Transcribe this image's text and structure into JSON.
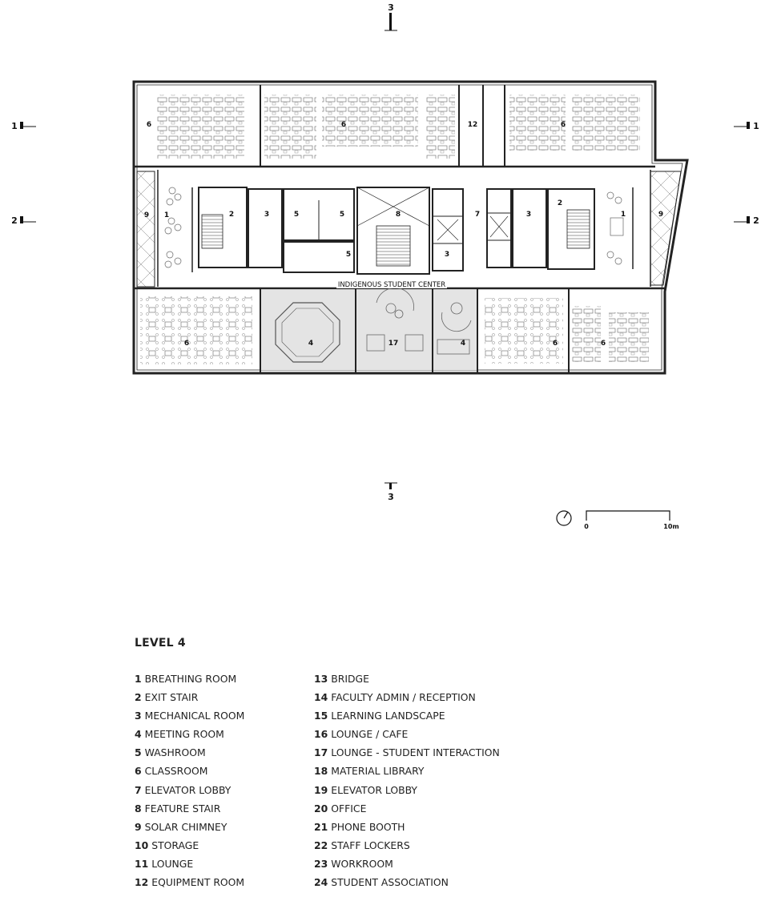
{
  "plan": {
    "center_label": "INDIGENOUS STUDENT CENTER",
    "section_markers": {
      "top": "3",
      "bottom": "3",
      "left_upper": "1",
      "right_upper": "1",
      "left_lower": "2",
      "right_lower": "2"
    },
    "scale": {
      "start": "0",
      "end": "10m"
    },
    "rooms": {
      "r6_a": "6",
      "r6_b": "6",
      "r12": "12",
      "r6_c": "6",
      "r9_l": "9",
      "r1_l": "1",
      "r2_l": "2",
      "r3_l": "3",
      "r5_a": "5",
      "r5_b": "5",
      "r5_c": "5",
      "r8": "8",
      "r7": "7",
      "r3_m": "3",
      "r3_r": "3",
      "r2_r": "2",
      "r1_r": "1",
      "r9_r": "9",
      "r6_d": "6",
      "r4_a": "4",
      "r17": "17",
      "r4_b": "4",
      "r6_e": "6",
      "r6_f": "6"
    },
    "highlight_color": "#e4e4e4"
  },
  "legend": {
    "title": "LEVEL 4",
    "left": [
      {
        "num": "1",
        "name": "BREATHING ROOM"
      },
      {
        "num": "2",
        "name": "EXIT STAIR"
      },
      {
        "num": "3",
        "name": "MECHANICAL ROOM"
      },
      {
        "num": "4",
        "name": "MEETING ROOM"
      },
      {
        "num": "5",
        "name": "WASHROOM"
      },
      {
        "num": "6",
        "name": "CLASSROOM"
      },
      {
        "num": "7",
        "name": "ELEVATOR LOBBY"
      },
      {
        "num": "8",
        "name": "FEATURE STAIR"
      },
      {
        "num": "9",
        "name": "SOLAR CHIMNEY"
      },
      {
        "num": "10",
        "name": "STORAGE"
      },
      {
        "num": "11",
        "name": "LOUNGE"
      },
      {
        "num": "12",
        "name": "EQUIPMENT ROOM"
      }
    ],
    "right": [
      {
        "num": "13",
        "name": "BRIDGE"
      },
      {
        "num": "14",
        "name": "FACULTY ADMIN / RECEPTION"
      },
      {
        "num": "15",
        "name": "LEARNING LANDSCAPE"
      },
      {
        "num": "16",
        "name": "LOUNGE / CAFE"
      },
      {
        "num": "17",
        "name": "LOUNGE - STUDENT INTERACTION"
      },
      {
        "num": "18",
        "name": "MATERIAL LIBRARY"
      },
      {
        "num": "19",
        "name": "ELEVATOR LOBBY"
      },
      {
        "num": "20",
        "name": "OFFICE"
      },
      {
        "num": "21",
        "name": "PHONE BOOTH"
      },
      {
        "num": "22",
        "name": "STAFF LOCKERS"
      },
      {
        "num": "23",
        "name": "WORKROOM"
      },
      {
        "num": "24",
        "name": "STUDENT ASSOCIATION"
      }
    ]
  }
}
